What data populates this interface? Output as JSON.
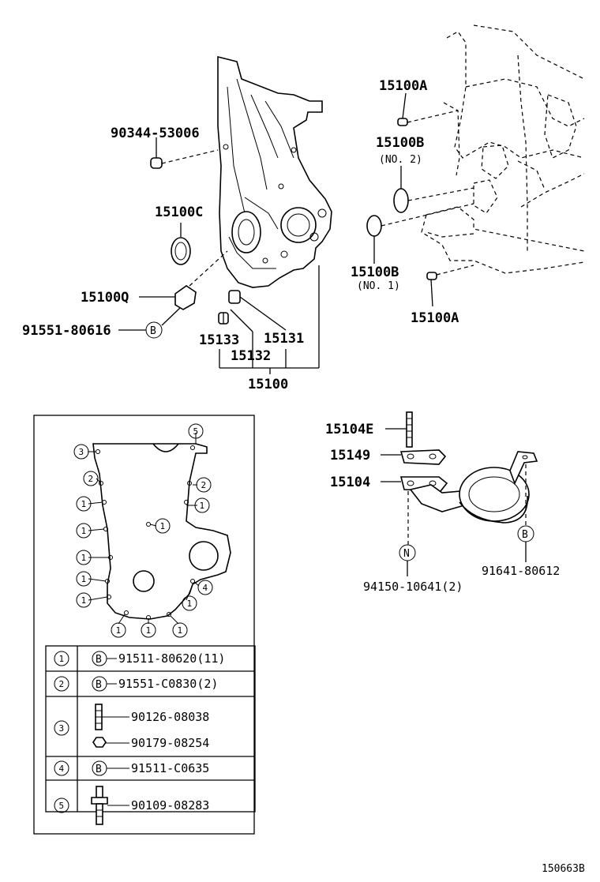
{
  "labels": {
    "p90344": "90344-53006",
    "p15100C": "15100C",
    "p15100Q": "15100Q",
    "p91551_80616": "91551-80616",
    "p15133": "15133",
    "p15131": "15131",
    "p15132": "15132",
    "p15100": "15100",
    "p15100A_top": "15100A",
    "p15100B_no2": "15100B",
    "no2": "(NO. 2)",
    "p15100B_no1": "15100B",
    "no1": "(NO. 1)",
    "p15100A_bot": "15100A",
    "p15104E": "15104E",
    "p15149": "15149",
    "p15104": "15104",
    "p94150": "94150-10641(2)",
    "p91641": "91641-80612",
    "letterB": "B",
    "letterN": "N",
    "footer": "150663B"
  },
  "callouts": {
    "c1": "1",
    "c2": "2",
    "c3": "3",
    "c4": "4",
    "c5": "5"
  },
  "legend": [
    {
      "num": "1",
      "symbol": "B",
      "parts": [
        "91511-80620(11)"
      ]
    },
    {
      "num": "2",
      "symbol": "B",
      "parts": [
        "91551-C0830(2)"
      ]
    },
    {
      "num": "3",
      "symbol": "",
      "parts": [
        "90126-08038",
        "90179-08254"
      ]
    },
    {
      "num": "4",
      "symbol": "B",
      "parts": [
        "91511-C0635"
      ]
    },
    {
      "num": "5",
      "symbol": "",
      "parts": [
        "90109-08283"
      ]
    }
  ]
}
